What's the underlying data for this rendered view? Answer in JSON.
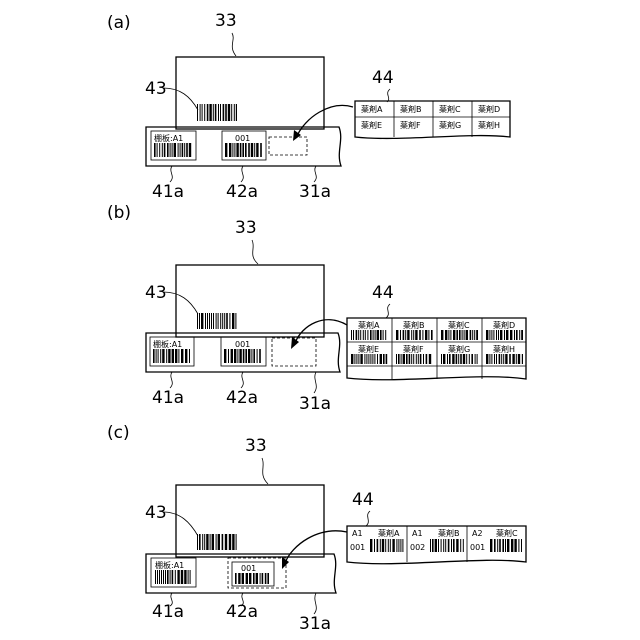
{
  "panels": [
    {
      "id": "a",
      "label": "(a)",
      "ref_33": "33",
      "ref_43": "43",
      "ref_44": "44",
      "ref_41": "41a",
      "ref_42": "42a",
      "ref_31": "31a",
      "shelf_label": "棚板:A1",
      "position_label": "001",
      "table_cells": [
        "薬剤A",
        "薬剤B",
        "薬剤C",
        "薬剤D",
        "薬剤E",
        "薬剤F",
        "薬剤G",
        "薬剤H"
      ]
    },
    {
      "id": "b",
      "label": "(b)",
      "ref_33": "33",
      "ref_43": "43",
      "ref_44": "44",
      "ref_41": "41a",
      "ref_42": "42a",
      "ref_31": "31a",
      "shelf_label": "棚板:A1",
      "position_label": "001",
      "table_cells": [
        "薬剤A",
        "薬剤B",
        "薬剤C",
        "薬剤D",
        "薬剤E",
        "薬剤F",
        "薬剤G",
        "薬剤H"
      ]
    },
    {
      "id": "c",
      "label": "(c)",
      "ref_33": "33",
      "ref_43": "43",
      "ref_44": "44",
      "ref_41": "41a",
      "ref_42": "42a",
      "ref_31": "31a",
      "shelf_label": "棚板:A1",
      "position_label": "001",
      "table_cells": [
        {
          "shelf": "A1",
          "pos": "001",
          "drug": "薬剤A"
        },
        {
          "shelf": "A1",
          "pos": "002",
          "drug": "薬剤B"
        },
        {
          "shelf": "A2",
          "pos": "001",
          "drug": "薬剤C"
        }
      ]
    }
  ]
}
